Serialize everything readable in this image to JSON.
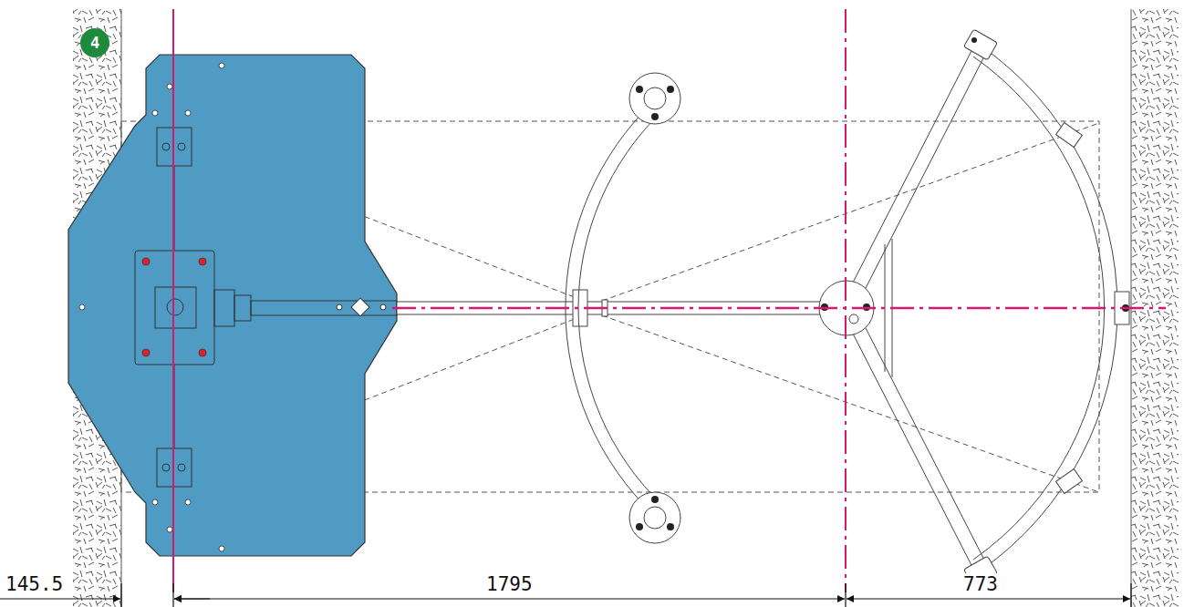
{
  "diagram": {
    "labels": [
      "4",
      "145.5",
      "1795",
      "773"
    ]
  }
}
